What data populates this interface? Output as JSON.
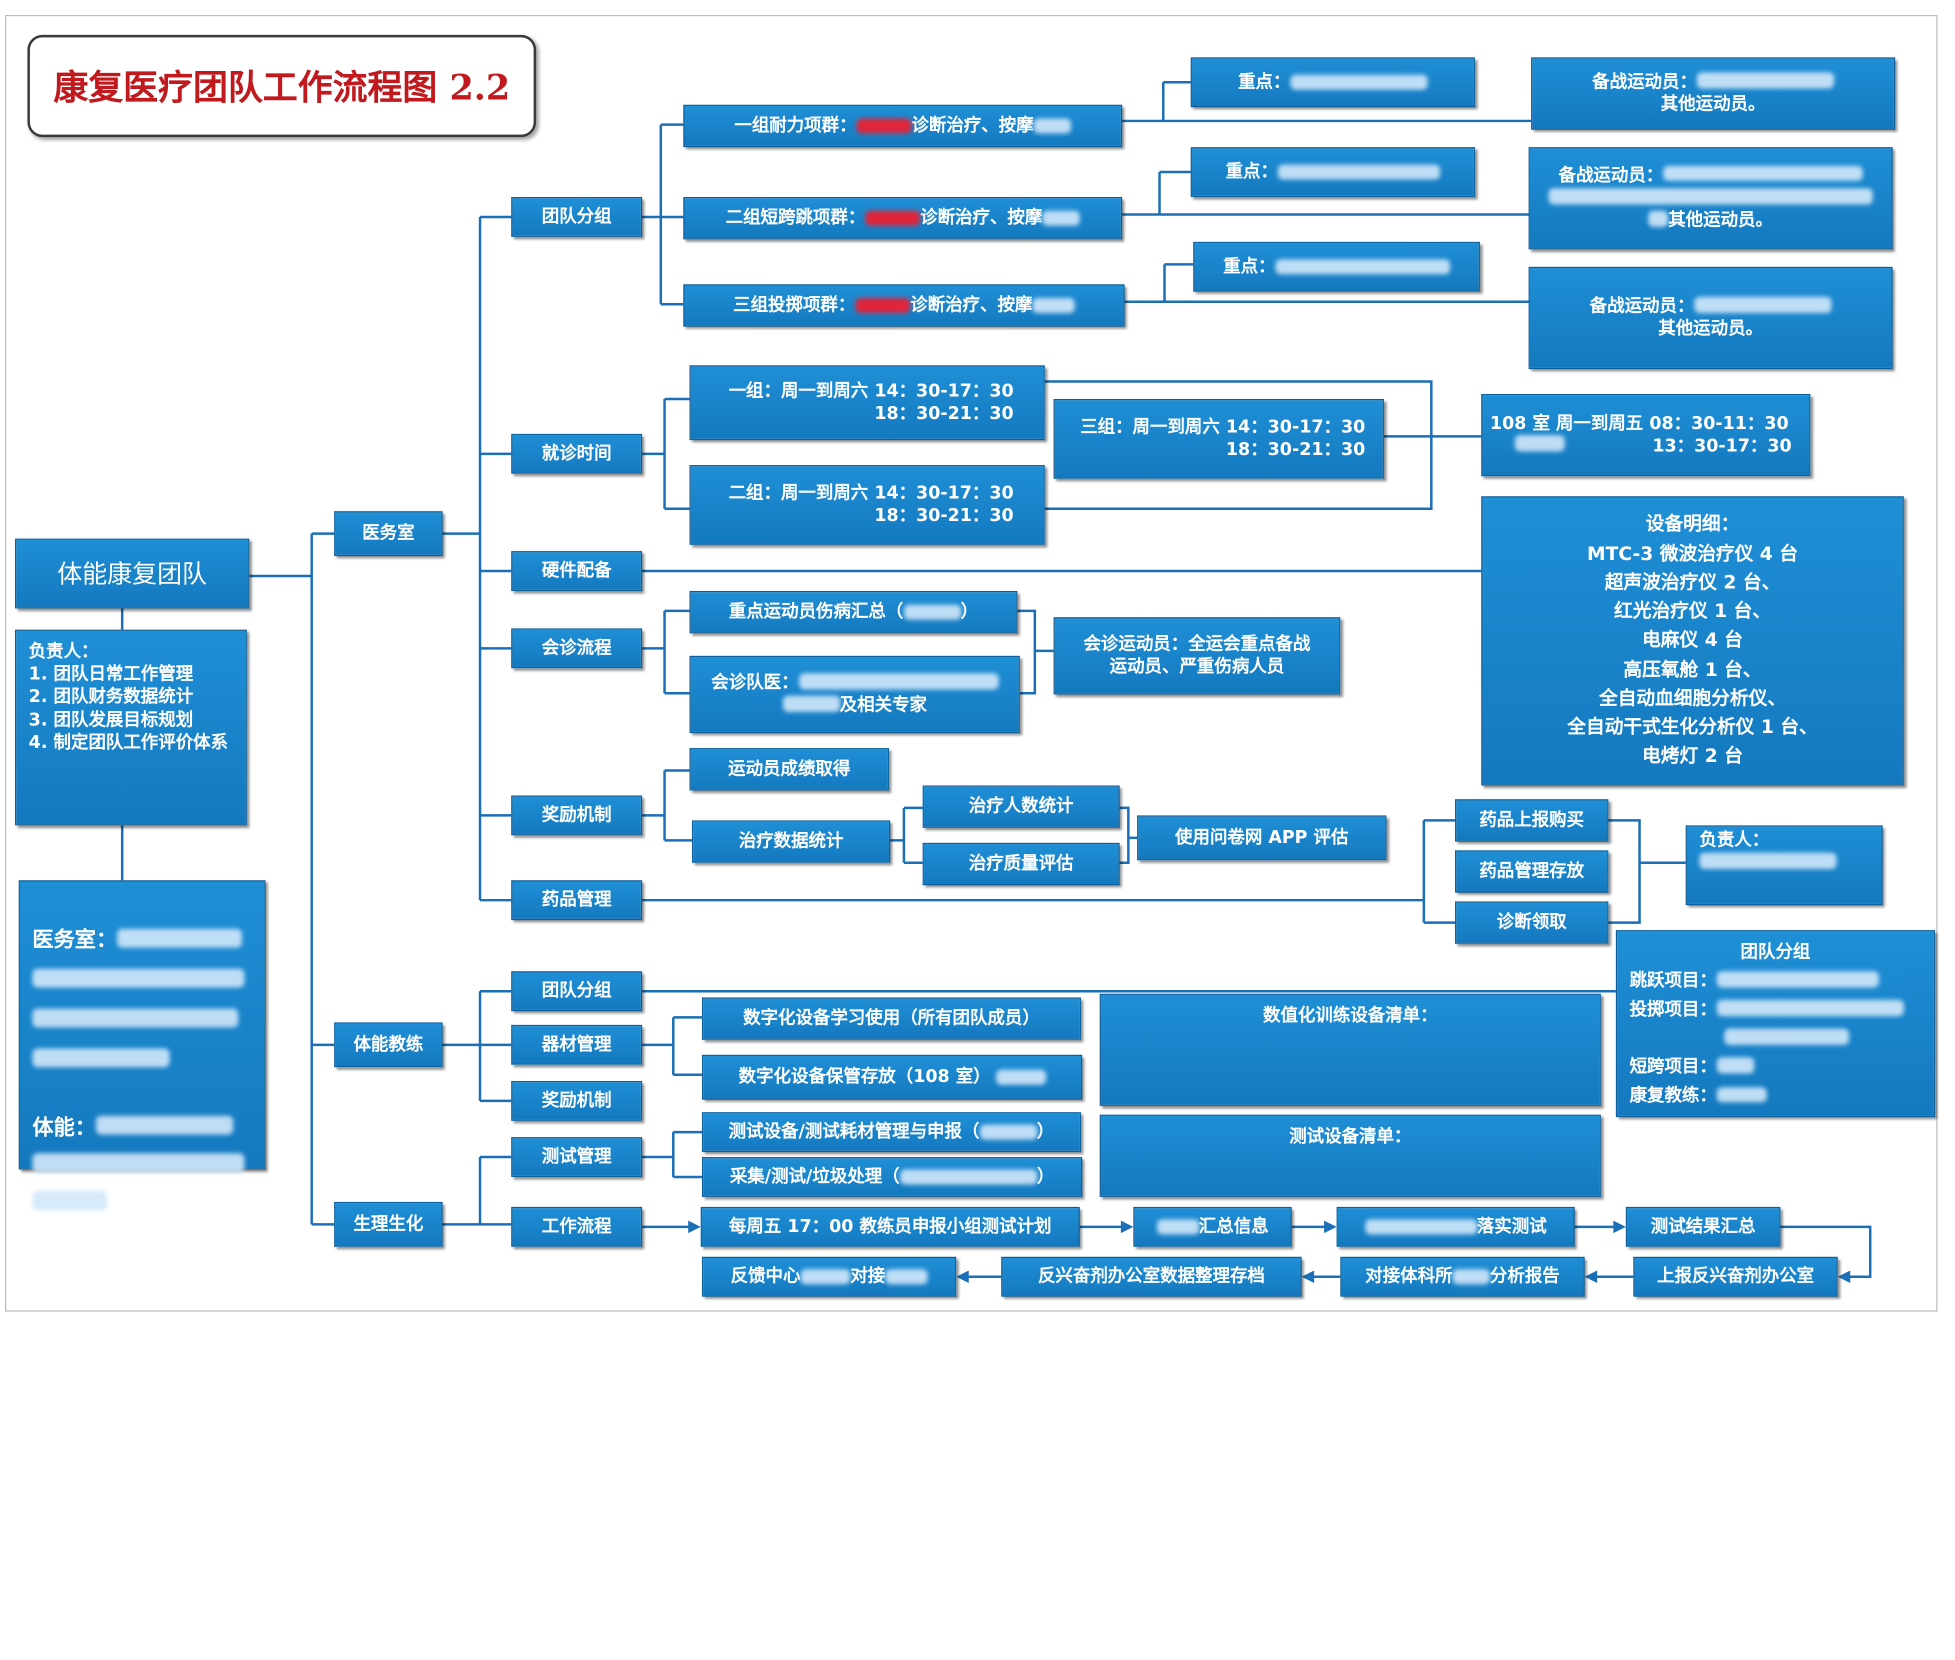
{
  "title": "康复医疗团队工作流程图 2.2",
  "root": "体能康复团队",
  "leader_box": "负责人：\n1. 团队日常工作管理\n2. 团队财务数据统计\n3. 团队发展目标规划\n4. 制定团队工作评价体系",
  "staff_box": {
    "line1": "医务室：",
    "line2": "体能："
  },
  "departments": {
    "medical": "医务室",
    "fitness": "体能教练",
    "biochem": "生理生化"
  },
  "medical": {
    "team_group": "团队分组",
    "visit_time": "就诊时间",
    "hardware": "硬件配备",
    "consult": "会诊流程",
    "reward": "奖励机制",
    "drug": "药品管理"
  },
  "groups": {
    "g1": "一组耐力项群：",
    "g2": "二组短跨跳项群：",
    "g3": "三组投掷项群：",
    "care_text": "诊断治疗、按摩",
    "key_label": "重点：",
    "backup_label": "备战运动员：",
    "others": "其他运动员。"
  },
  "schedule": {
    "s1": "一组：周一到周六 14：30-17：30\n18：30-21：30",
    "s2": "二组：周一到周六 14：30-17：30\n18：30-21：30",
    "s3": "三组：周一到周六 14：30-17：30\n18：30-21：30",
    "room108a": "108 室 周一到周五 08：30-11：30",
    "room108b": "13：30-17：30"
  },
  "equipment": "设备明细：\nMTC-3 微波治疗仪 4 台\n超声波治疗仪 2 台、\n红光治疗仪 1 台、\n电麻仪 4 台\n高压氧舱 1 台、\n全自动血细胞分析仪、\n全自动干式生化分析仪 1 台、\n电烤灯 2 台",
  "consult": {
    "summary": "重点运动员伤病汇总（",
    "summary_end": "）",
    "doctors_a": "会诊队医：",
    "doctors_b": "及相关专家",
    "athletes": "会诊运动员：全运会重点备战\n运动员、严重伤病人员"
  },
  "reward": {
    "results": "运动员成绩取得",
    "stats": "治疗数据统计",
    "count": "治疗人数统计",
    "quality": "治疗质量评估",
    "app": "使用问卷网 APP 评估"
  },
  "drug": {
    "purchase": "药品上报购买",
    "storage": "药品管理存放",
    "collect": "诊断领取",
    "leader": "负责人："
  },
  "team_panel": {
    "title": "团队分组",
    "jump": "跳跃项目：",
    "throw": "投掷项目：",
    "sprint": "短跨项目：",
    "rehab": "康复教练："
  },
  "fitness": {
    "team_group": "团队分组",
    "equipment_mgmt": "器材管理",
    "reward": "奖励机制",
    "learn": "数字化设备学习使用（所有团队成员）",
    "store": "数字化设备保管存放（108 室）",
    "list": "数值化训练设备清单："
  },
  "biochem": {
    "test_mgmt": "测试管理",
    "workflow": "工作流程",
    "t1": "测试设备/测试耗材管理与申报（",
    "t1_end": "）",
    "t2": "采集/测试/垃圾处理（",
    "t2_end": "）",
    "list": "测试设备清单：",
    "w1": "每周五 17：00 教练员申报小组测试计划",
    "w2": "汇总信息",
    "w3": "落实测试",
    "w4": "测试结果汇总",
    "w5": "上报反兴奋剂办公室",
    "w6a": "对接体科所",
    "w6b": "分析报告",
    "w7": "反兴奋剂办公室数据整理存档",
    "w8a": "反馈中心",
    "w8b": "对接"
  },
  "colors": {
    "box": "#1a85cc",
    "line": "#1a6fb6",
    "title_text": "#c0191e"
  }
}
